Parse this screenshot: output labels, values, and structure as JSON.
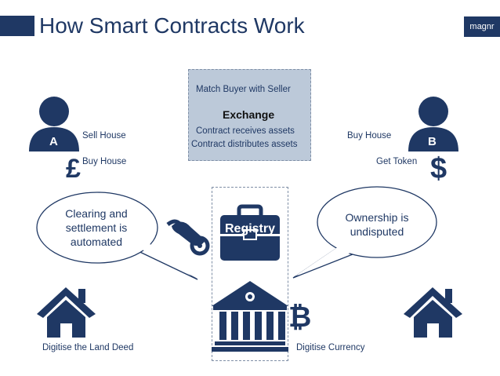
{
  "title": "How Smart Contracts Work",
  "logo": "magnr",
  "exchange": {
    "match": "Match Buyer with Seller",
    "heading": "Exchange",
    "receives": "Contract receives assets",
    "distributes": "Contract distributes assets"
  },
  "party_a": {
    "letter": "A",
    "sell": "Sell House",
    "buy": "Buy House",
    "currency_glyph": "£"
  },
  "party_b": {
    "letter": "B",
    "buy": "Buy House",
    "get": "Get Token",
    "currency_glyph": "$"
  },
  "bubble_left": [
    "Clearing and",
    "settlement is",
    "automated"
  ],
  "bubble_right": [
    "Ownership is",
    "undisputed"
  ],
  "registry": "Registry",
  "bitcoin_glyph": "₿",
  "footer_left": "Digitise the Land Deed",
  "footer_right": "Digitise Currency",
  "colors": {
    "navy": "#1f3864",
    "box_fill": "#bcc9d9"
  },
  "icons": [
    "person-icon",
    "pound-icon",
    "dollar-icon",
    "scroll-icon",
    "briefcase-icon",
    "bank-icon",
    "bitcoin-icon",
    "house-icon"
  ]
}
